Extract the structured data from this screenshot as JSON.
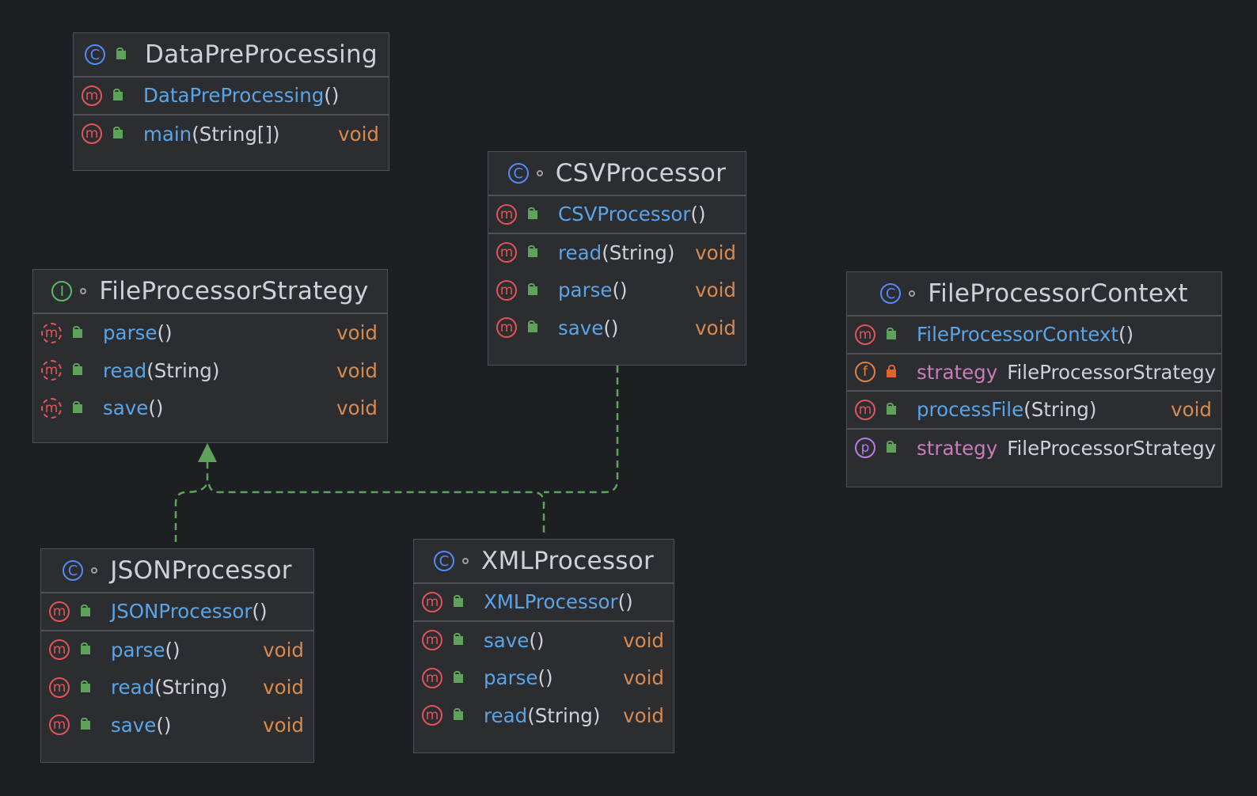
{
  "colors": {
    "background": "#1e1f22",
    "box_fill": "#2b2d30",
    "box_border": "#4e5157",
    "method_name": "#5ba4e6",
    "field_name": "#c77dbb",
    "return_type": "#d98a4f",
    "class_icon": "#548af7",
    "interface_icon": "#5fb865",
    "method_icon": "#e0555a",
    "relation_line": "#5fa35b"
  },
  "icons": {
    "class": "C",
    "interface": "I",
    "method": "m",
    "field": "f",
    "property": "p"
  },
  "classes": {
    "dpp": {
      "name": "DataPreProcessing",
      "members": [
        {
          "name": "DataPreProcessing",
          "params": "()",
          "ret": ""
        },
        {
          "name": "main",
          "params": "(String[])",
          "ret": "void"
        }
      ]
    },
    "csv": {
      "name": "CSVProcessor",
      "members": [
        {
          "name": "CSVProcessor",
          "params": "()",
          "ret": ""
        },
        {
          "name": "read",
          "params": "(String)",
          "ret": "void"
        },
        {
          "name": "parse",
          "params": "()",
          "ret": "void"
        },
        {
          "name": "save",
          "params": "()",
          "ret": "void"
        }
      ]
    },
    "fps": {
      "name": "FileProcessorStrategy",
      "members": [
        {
          "name": "parse",
          "params": "()",
          "ret": "void"
        },
        {
          "name": "read",
          "params": "(String)",
          "ret": "void"
        },
        {
          "name": "save",
          "params": "()",
          "ret": "void"
        }
      ]
    },
    "fpc": {
      "name": "FileProcessorContext",
      "members": [
        {
          "name": "FileProcessorContext",
          "params": "()",
          "ret": ""
        },
        {
          "name": "strategy",
          "type": "FileProcessorStrategy"
        },
        {
          "name": "processFile",
          "params": "(String)",
          "ret": "void"
        },
        {
          "name": "strategy",
          "type": "FileProcessorStrategy"
        }
      ]
    },
    "json": {
      "name": "JSONProcessor",
      "members": [
        {
          "name": "JSONProcessor",
          "params": "()",
          "ret": ""
        },
        {
          "name": "parse",
          "params": "()",
          "ret": "void"
        },
        {
          "name": "read",
          "params": "(String)",
          "ret": "void"
        },
        {
          "name": "save",
          "params": "()",
          "ret": "void"
        }
      ]
    },
    "xml": {
      "name": "XMLProcessor",
      "members": [
        {
          "name": "XMLProcessor",
          "params": "()",
          "ret": ""
        },
        {
          "name": "save",
          "params": "()",
          "ret": "void"
        },
        {
          "name": "parse",
          "params": "()",
          "ret": "void"
        },
        {
          "name": "read",
          "params": "(String)",
          "ret": "void"
        }
      ]
    }
  },
  "relations": [
    {
      "from": "JSONProcessor",
      "to": "FileProcessorStrategy",
      "kind": "realization"
    },
    {
      "from": "XMLProcessor",
      "to": "FileProcessorStrategy",
      "kind": "realization"
    },
    {
      "from": "CSVProcessor",
      "to": "FileProcessorStrategy",
      "kind": "realization"
    }
  ]
}
